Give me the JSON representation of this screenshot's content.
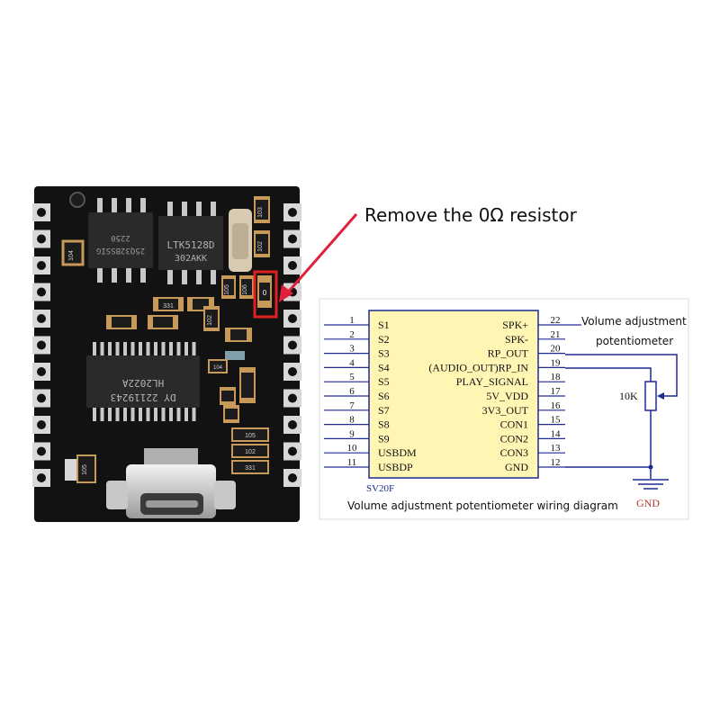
{
  "callout": {
    "text": "Remove the 0Ω resistor"
  },
  "board": {
    "chip_u1": [
      "2250",
      "25Q32BSSIG"
    ],
    "chip_u2": [
      "LTK5128D",
      "302AKK"
    ],
    "chip_u3": [
      "HL2022A",
      "DY 22119243"
    ],
    "marks": {
      "r1": "103",
      "r2": "102",
      "r3": "104",
      "r4": "0",
      "r5": "105",
      "r6": "106",
      "r7": "331",
      "r8": "102",
      "r9": "104",
      "r10": "105",
      "r11": "102",
      "r12": "331",
      "r13": "105"
    }
  },
  "schematic": {
    "chip_name": "SV20F",
    "left_pins": [
      {
        "num": "1",
        "label": "S1"
      },
      {
        "num": "2",
        "label": "S2"
      },
      {
        "num": "3",
        "label": "S3"
      },
      {
        "num": "4",
        "label": "S4"
      },
      {
        "num": "5",
        "label": "S5"
      },
      {
        "num": "6",
        "label": "S6"
      },
      {
        "num": "7",
        "label": "S7"
      },
      {
        "num": "8",
        "label": "S8"
      },
      {
        "num": "9",
        "label": "S9"
      },
      {
        "num": "10",
        "label": "USBDM"
      },
      {
        "num": "11",
        "label": "USBDP"
      }
    ],
    "right_pins": [
      {
        "num": "22",
        "label": "SPK+"
      },
      {
        "num": "21",
        "label": "SPK-"
      },
      {
        "num": "20",
        "label": "RP_OUT"
      },
      {
        "num": "19",
        "label": "(AUDIO_OUT)RP_IN"
      },
      {
        "num": "18",
        "label": "PLAY_SIGNAL"
      },
      {
        "num": "17",
        "label": "5V_VDD"
      },
      {
        "num": "16",
        "label": "3V3_OUT"
      },
      {
        "num": "15",
        "label": "CON1"
      },
      {
        "num": "14",
        "label": "CON2"
      },
      {
        "num": "13",
        "label": "CON3"
      },
      {
        "num": "12",
        "label": "GND"
      }
    ],
    "pot_label": "10K",
    "gnd_label": "GND",
    "annotation_line1": "Volume adjustment",
    "annotation_line2": "potentiometer",
    "caption": "Volume adjustment potentiometer wiring diagram"
  },
  "colors": {
    "highlight": "#e02020",
    "arrow": "#e0203a",
    "chip_fill": "#fff6b4",
    "wire": "#1d2a8f",
    "pin_text": "#111111"
  }
}
